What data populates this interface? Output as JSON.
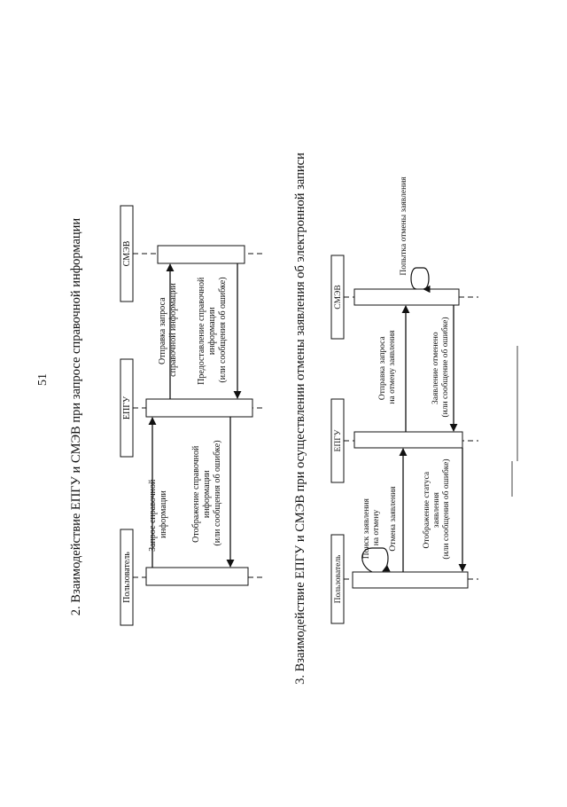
{
  "page_number": "51",
  "diagram2": {
    "title": "2. Взаимодействие ЕПГУ и СМЭВ при запросе справочной информации",
    "actors": {
      "user": "Пользователь",
      "epgu": "ЕПГУ",
      "smev": "СМЭВ"
    },
    "messages": {
      "m1": [
        "Запрос справочной",
        "информации"
      ],
      "m2": [
        "Отправка запроса",
        "справочной информации"
      ],
      "m3": [
        "Предоставление справочной",
        "информации",
        "(или сообщения об ошибке)"
      ],
      "m4": [
        "Отображение справочной",
        "информации",
        "(или сообщения об ошибке)"
      ]
    }
  },
  "diagram3": {
    "title": "3. Взаимодействие ЕПГУ и СМЭВ при осуществлении отмены заявления об электронной записи",
    "actors": {
      "user": "Пользователь",
      "epgu": "ЕПГУ",
      "smev": "СМЭВ"
    },
    "messages": {
      "self_user": [
        "Поиск заявления",
        "на отмену"
      ],
      "m1": [
        "Отмена заявления"
      ],
      "m2": [
        "Отправка запроса",
        "на отмену заявления"
      ],
      "self_smev": [
        "Попытка отмены заявления"
      ],
      "m3": [
        "Заявление отменено",
        "(или сообщение об ошибке)"
      ],
      "m4": [
        "Отображение статуса",
        "заявления",
        "(или сообщения об ошибке)"
      ]
    }
  }
}
